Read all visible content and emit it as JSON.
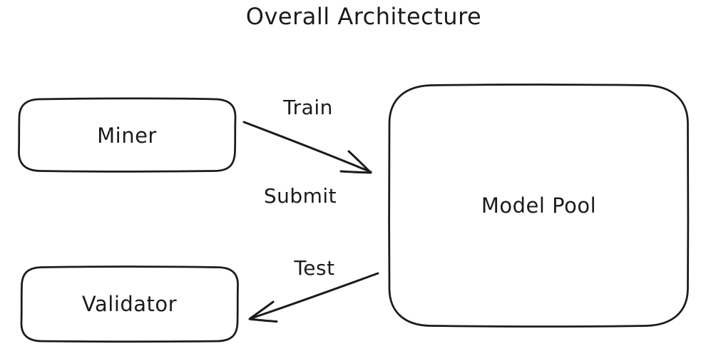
{
  "diagram": {
    "title": "Overall Architecture",
    "nodes": [
      {
        "id": "miner",
        "label": "Miner"
      },
      {
        "id": "validator",
        "label": "Validator"
      },
      {
        "id": "model_pool",
        "label": "Model Pool"
      }
    ],
    "edges": [
      {
        "from": "Miner",
        "to": "Model Pool",
        "labels": [
          "Train",
          "Submit"
        ]
      },
      {
        "from": "Model Pool",
        "to": "Validator",
        "labels": [
          "Test"
        ]
      }
    ],
    "colors": {
      "ink": "#1b1b1b",
      "background": "#ffffff"
    }
  }
}
